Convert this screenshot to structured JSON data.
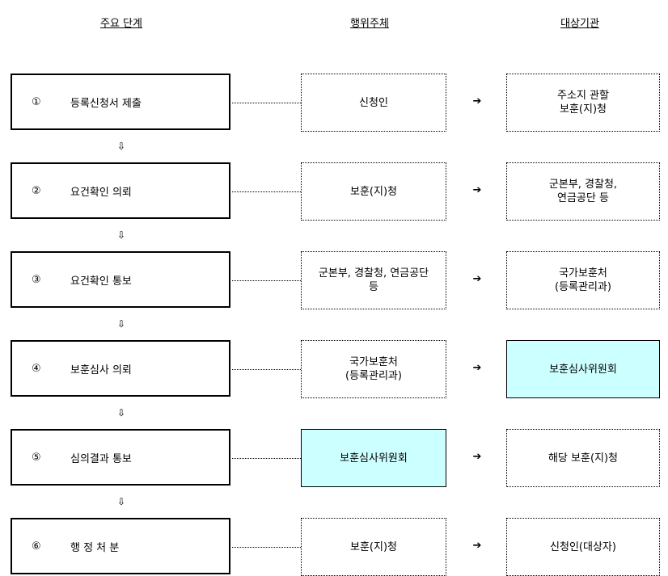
{
  "headers": {
    "steps": "주요 단계",
    "actors": "행위주체",
    "targets": "대상기관"
  },
  "symbols": {
    "right_arrow": "➔",
    "down_arrow": "⇩"
  },
  "colors": {
    "highlight": "#ccffff"
  },
  "rows": [
    {
      "num": "①",
      "step": "등록신청서 제출",
      "actor": "신청인",
      "target_line1": "주소지 관할",
      "target_line2": "보훈(지)청",
      "actor_highlight": false,
      "target_highlight": false
    },
    {
      "num": "②",
      "step": "요건확인 의뢰",
      "actor": "보훈(지)청",
      "target_line1": "군본부, 경찰청,",
      "target_line2": "연금공단 등",
      "actor_highlight": false,
      "target_highlight": false
    },
    {
      "num": "③",
      "step": "요건확인 통보",
      "actor_line1": "군본부, 경찰청, 연금공단",
      "actor_line2": "등",
      "target_line1": "국가보훈처",
      "target_line2": "(등록관리과)",
      "actor_highlight": false,
      "target_highlight": false
    },
    {
      "num": "④",
      "step": "보훈심사 의뢰",
      "actor_line1": "국가보훈처",
      "actor_line2": "(등록관리과)",
      "target": "보훈심사위원회",
      "actor_highlight": false,
      "target_highlight": true
    },
    {
      "num": "⑤",
      "step": "심의결과 통보",
      "actor": "보훈심사위원회",
      "target": "해당 보훈(지)청",
      "actor_highlight": true,
      "target_highlight": false
    },
    {
      "num": "⑥",
      "step": "행 정 처 분",
      "actor": "보훈(지)청",
      "target": "신청인(대상자)",
      "actor_highlight": false,
      "target_highlight": false
    }
  ]
}
